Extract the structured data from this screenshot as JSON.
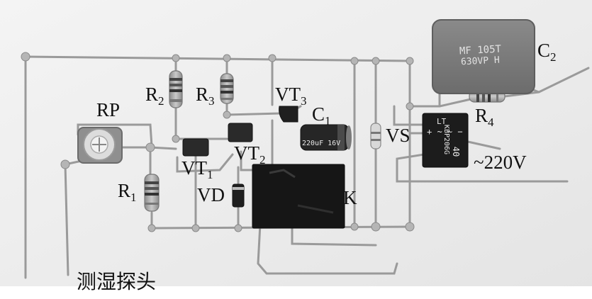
{
  "photo": {
    "labels": {
      "rp": "RP",
      "r2": {
        "base": "R",
        "sub": "2"
      },
      "r3": {
        "base": "R",
        "sub": "3"
      },
      "vt3": {
        "base": "VT",
        "sub": "3"
      },
      "c1": {
        "base": "C",
        "sub": "1"
      },
      "c2": {
        "base": "C",
        "sub": "2"
      },
      "r4": {
        "base": "R",
        "sub": "4"
      },
      "vs": "VS",
      "ac": "~220V",
      "vt1": {
        "base": "VT",
        "sub": "1"
      },
      "vt2": {
        "base": "VT",
        "sub": "2"
      },
      "r1": {
        "base": "R",
        "sub": "1"
      },
      "vd": "VD",
      "k": "K"
    },
    "component_markings": {
      "c2_line1": "MF 105T",
      "c2_line2": "630VP H",
      "c1_value": "220uF 16V",
      "bridge_line1": "LT",
      "bridge_line2": "KBP206G",
      "bridge_code": "40"
    },
    "caption": "测湿探头",
    "colors": {
      "background": "#ededed",
      "wire": "#9a9a9a",
      "capacitor_c2": "#7a7a7a",
      "component_dark": "#1c1c1c"
    }
  }
}
